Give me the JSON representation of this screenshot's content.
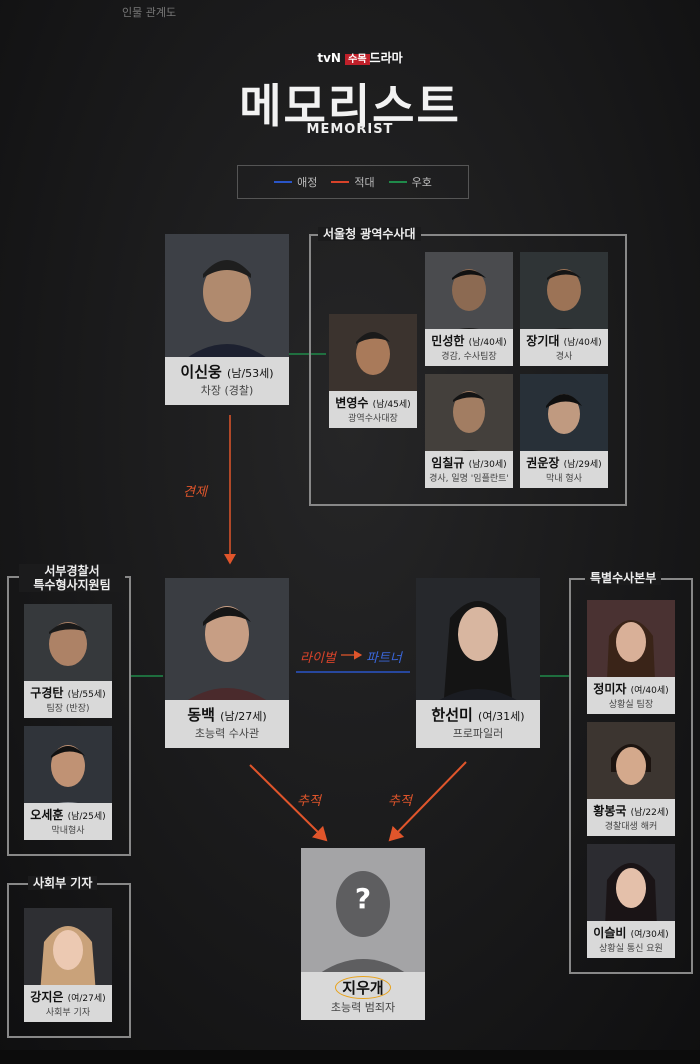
{
  "header": {
    "top_note": "인물 관계도",
    "channel": "tvN",
    "channel_badge": "수목",
    "channel_suffix": "드라마",
    "title_ko": "메모리스트",
    "title_en": "MEMORIST"
  },
  "legend": [
    {
      "label": "애정",
      "color": "#2a55c8"
    },
    {
      "label": "적대",
      "color": "#d8432a"
    },
    {
      "label": "우호",
      "color": "#1f8a4a"
    }
  ],
  "groups": {
    "seoul": "서울청 광역수사대",
    "seobu_line1": "서부경찰서",
    "seobu_line2": "특수형사지원팀",
    "special": "특별수사본부",
    "social": "사회부 기자"
  },
  "characters": {
    "lee": {
      "name": "이신웅",
      "meta": "(남/53세)",
      "role": "차장 (경찰)"
    },
    "byun": {
      "name": "변영수",
      "meta": "(남/45세)",
      "role": "광역수사대장"
    },
    "min": {
      "name": "민성한",
      "meta": "(남/40세)",
      "role": "경감, 수사팀장"
    },
    "jang": {
      "name": "장기대",
      "meta": "(남/40세)",
      "role": "경사"
    },
    "lim": {
      "name": "임칠규",
      "meta": "(남/30세)",
      "role": "경사, 일명 '임플란트'"
    },
    "kwon": {
      "name": "권운장",
      "meta": "(남/29세)",
      "role": "막내 형사"
    },
    "dong": {
      "name": "동백",
      "meta": "(남/27세)",
      "role": "초능력 수사관"
    },
    "han": {
      "name": "한선미",
      "meta": "(여/31세)",
      "role": "프로파일러"
    },
    "gu": {
      "name": "구경탄",
      "meta": "(남/55세)",
      "role": "팀장 (반장)"
    },
    "oh": {
      "name": "오세훈",
      "meta": "(남/25세)",
      "role": "막내형사"
    },
    "kang": {
      "name": "강지은",
      "meta": "(여/27세)",
      "role": "사회부 기자"
    },
    "jung": {
      "name": "정미자",
      "meta": "(여/40세)",
      "role": "상황실 팀장"
    },
    "hwang": {
      "name": "황봉국",
      "meta": "(남/22세)",
      "role": "경찰대생 해커"
    },
    "yi": {
      "name": "이슬비",
      "meta": "(여/30세)",
      "role": "상황실 통신 요원"
    },
    "ji": {
      "name": "지우개",
      "meta": "",
      "role": "초능력 범죄자"
    }
  },
  "relations": {
    "check": "견제",
    "rival": "라이벌",
    "partner": "파트너",
    "chase_left": "추적",
    "chase_right": "추적"
  },
  "unknown_mark": "?"
}
